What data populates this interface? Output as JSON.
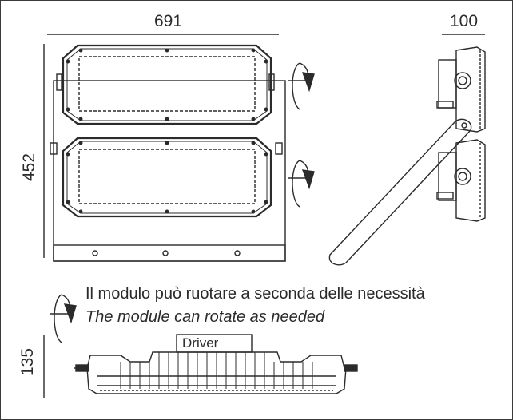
{
  "dimensions": {
    "width": "691",
    "depth": "100",
    "height": "452",
    "section_height": "135"
  },
  "notes": {
    "italian": "Il modulo può ruotare a seconda delle necessità",
    "english": "The module can rotate as needed"
  },
  "section": {
    "driver_label": "Driver"
  },
  "colors": {
    "line": "#2b2b2b",
    "background": "#ffffff"
  }
}
